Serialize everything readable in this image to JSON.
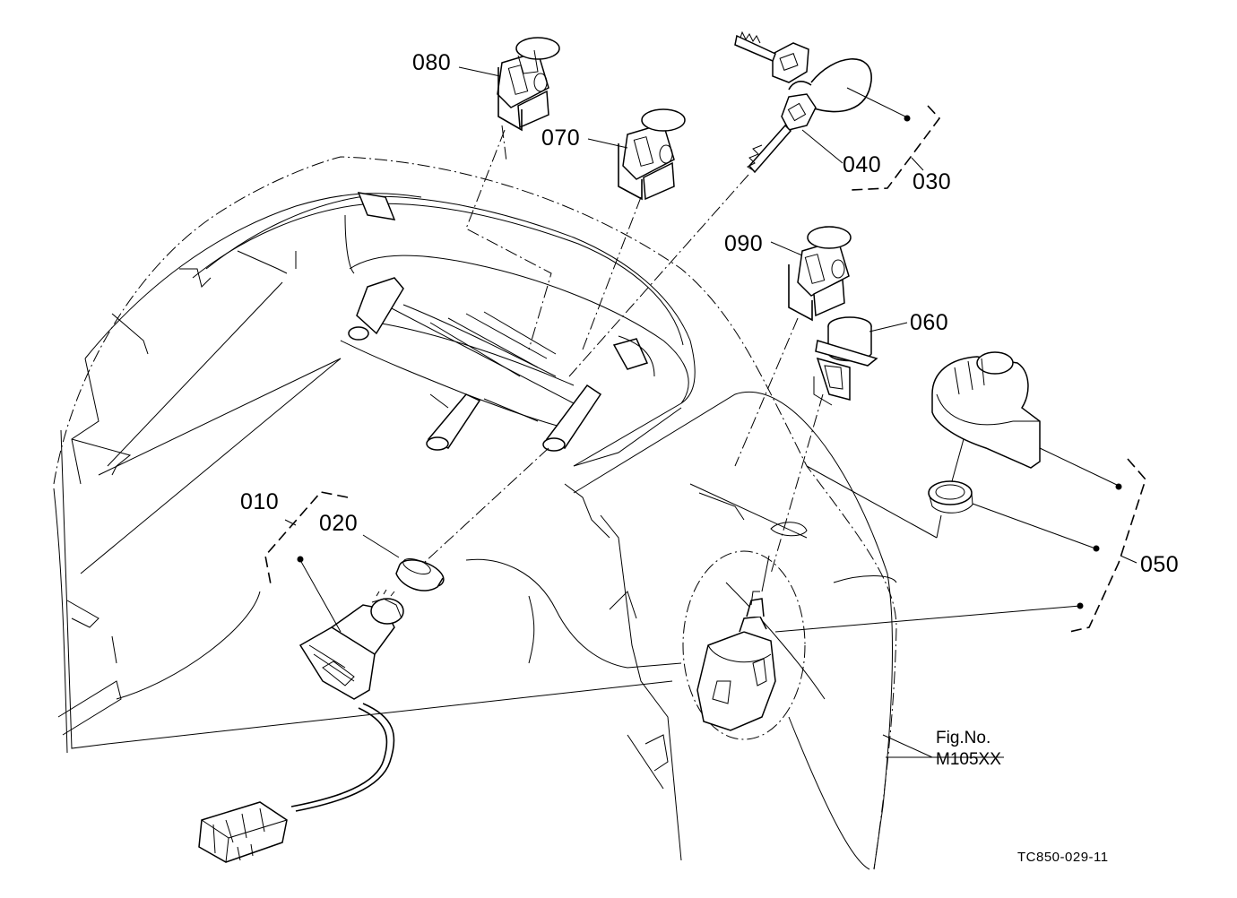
{
  "parts": [
    {
      "id": "p010",
      "label": "010"
    },
    {
      "id": "p020",
      "label": "020"
    },
    {
      "id": "p030",
      "label": "030"
    },
    {
      "id": "p040",
      "label": "040"
    },
    {
      "id": "p050",
      "label": "050"
    },
    {
      "id": "p060",
      "label": "060"
    },
    {
      "id": "p070",
      "label": "070"
    },
    {
      "id": "p080",
      "label": "080"
    },
    {
      "id": "p090",
      "label": "090"
    }
  ],
  "figure": {
    "label": "Fig.No.",
    "number": "M105XX"
  },
  "drawing_code": "TC850-029-11"
}
